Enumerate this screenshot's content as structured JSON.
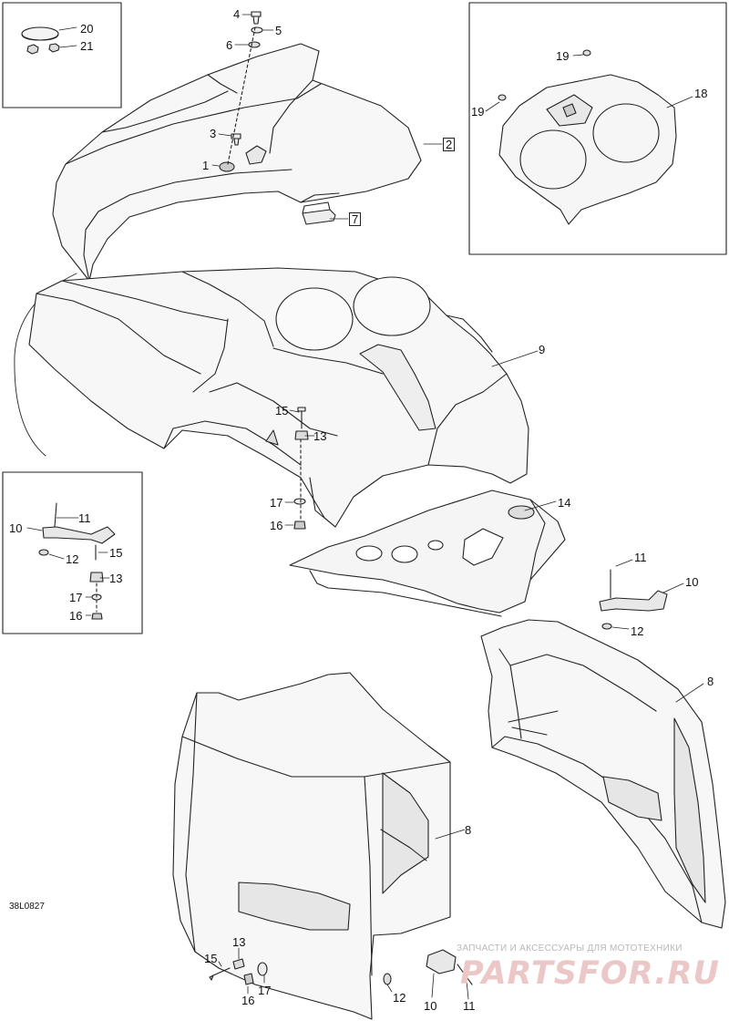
{
  "drawing_code": "38L0827",
  "callouts": [
    {
      "id": "c4",
      "label": "4"
    },
    {
      "id": "c5",
      "label": "5"
    },
    {
      "id": "c6",
      "label": "6"
    },
    {
      "id": "c3",
      "label": "3"
    },
    {
      "id": "c1",
      "label": "1"
    },
    {
      "id": "c2",
      "label": "2"
    },
    {
      "id": "c7",
      "label": "7"
    },
    {
      "id": "c20",
      "label": "20"
    },
    {
      "id": "c21",
      "label": "21"
    },
    {
      "id": "c19a",
      "label": "19"
    },
    {
      "id": "c19b",
      "label": "19"
    },
    {
      "id": "c18",
      "label": "18"
    },
    {
      "id": "c9",
      "label": "9"
    },
    {
      "id": "c15a",
      "label": "15"
    },
    {
      "id": "c13a",
      "label": "13"
    },
    {
      "id": "c17a",
      "label": "17"
    },
    {
      "id": "c16a",
      "label": "16"
    },
    {
      "id": "c11a",
      "label": "11"
    },
    {
      "id": "c10a",
      "label": "10"
    },
    {
      "id": "c15b",
      "label": "15"
    },
    {
      "id": "c12a",
      "label": "12"
    },
    {
      "id": "c13b",
      "label": "13"
    },
    {
      "id": "c17b",
      "label": "17"
    },
    {
      "id": "c16b",
      "label": "16"
    },
    {
      "id": "c14",
      "label": "14"
    },
    {
      "id": "c11b",
      "label": "11"
    },
    {
      "id": "c10b",
      "label": "10"
    },
    {
      "id": "c12b",
      "label": "12"
    },
    {
      "id": "c8a",
      "label": "8"
    },
    {
      "id": "c8b",
      "label": "8"
    },
    {
      "id": "c13c",
      "label": "13"
    },
    {
      "id": "c15c",
      "label": "15"
    },
    {
      "id": "c17c",
      "label": "17"
    },
    {
      "id": "c16c",
      "label": "16"
    },
    {
      "id": "c12c",
      "label": "12"
    },
    {
      "id": "c10c",
      "label": "10"
    },
    {
      "id": "c11c",
      "label": "11"
    }
  ],
  "watermark": {
    "subtitle": "ЗАПЧАСТИ И АКСЕССУАРЫ ДЛЯ МОТОТЕХНИКИ",
    "logo": "PARTSFOR.RU"
  }
}
